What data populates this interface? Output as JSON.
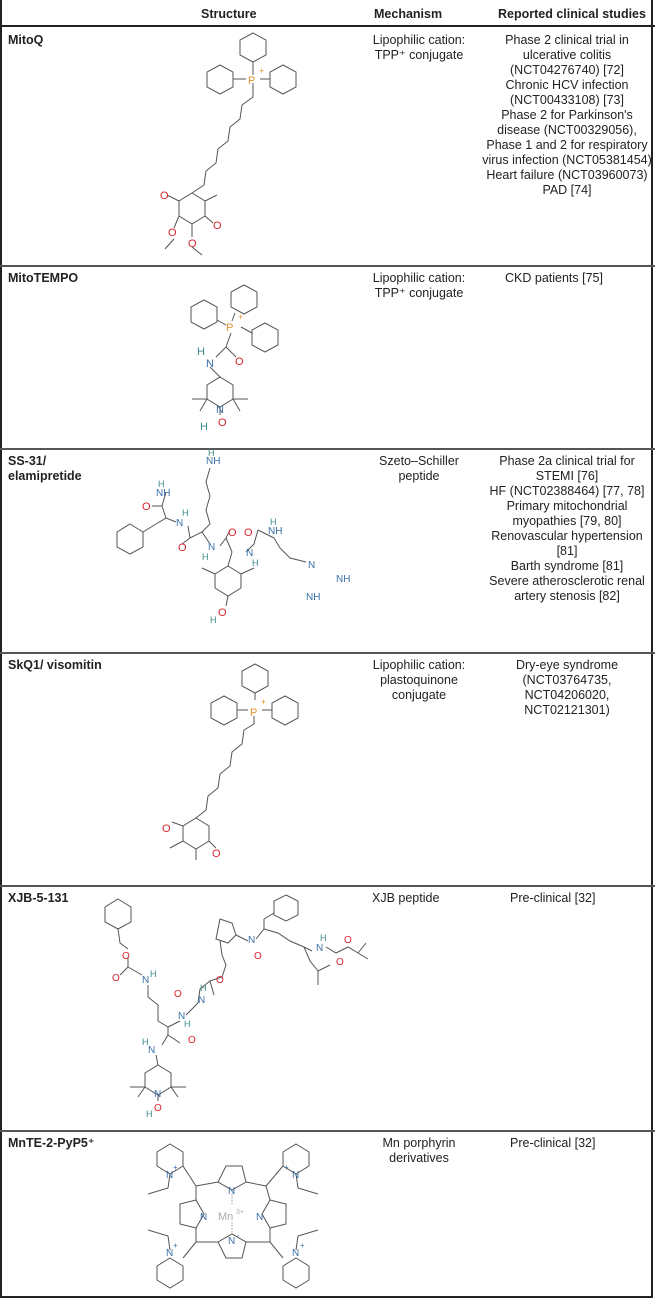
{
  "header": {
    "col_name": "",
    "col_structure": "Structure",
    "col_mechanism": "Mechanism",
    "col_studies": "Reported clinical studies"
  },
  "rows": [
    {
      "name": "MitoQ",
      "mechanism_line1": "Lipophilic cation:",
      "mechanism_line2": "TPP⁺ conjugate",
      "structure_icon": "mitoq-structure",
      "studies": [
        "Phase 2 clinical trial in ulcerative colitis (NCT04276740) [72]",
        "Chronic HCV infection (NCT00433108) [73]",
        "Phase 2 for Parkinson's disease (NCT00329056), Phase 1 and 2 for respiratory virus infection (NCT05381454)",
        "Heart failure (NCT03960073)",
        "PAD [74]"
      ]
    },
    {
      "name": "MitoTEMPO",
      "mechanism_line1": "Lipophilic cation:",
      "mechanism_line2": "TPP⁺ conjugate",
      "structure_icon": "mitotempo-structure",
      "studies": [
        "CKD patients [75]"
      ]
    },
    {
      "name_line1": "SS-31/",
      "name_line2": "elamipretide",
      "mechanism_line1": "Szeto–Schiller",
      "mechanism_line2": "peptide",
      "structure_icon": "ss31-structure",
      "studies": [
        "Phase 2a clinical trial for STEMI [76]",
        "HF (NCT02388464) [77, 78]",
        "Primary mitochondrial myopathies [79, 80]",
        "Renovascular hypertension [81]",
        "Barth syndrome [81]",
        "Severe atherosclerotic renal artery stenosis [82]"
      ]
    },
    {
      "name": "SkQ1/ visomitin",
      "mechanism_line1": "Lipophilic cation:",
      "mechanism_line2": "plastoquinone",
      "mechanism_line3": "conjugate",
      "structure_icon": "skq1-structure",
      "studies": [
        "Dry-eye syndrome (NCT03764735, NCT04206020, NCT02121301)"
      ]
    },
    {
      "name": "XJB-5-131",
      "mechanism_line1": "XJB peptide",
      "structure_icon": "xjb-structure",
      "studies": [
        "Pre-clinical [32]"
      ]
    },
    {
      "name": "MnTE-2-PyP5⁺",
      "mechanism_line1": "Mn porphyrin",
      "mechanism_line2": "derivatives",
      "structure_icon": "mnte-structure",
      "studies": [
        "Pre-clinical [32]"
      ]
    }
  ],
  "structure_labels": {
    "P_plus": "P",
    "plus": "+",
    "O": "O",
    "N": "N",
    "NH": "NH",
    "H": "H",
    "NH2": "NH",
    "Mn": "Mn",
    "Mn_charge": "3+",
    "N_minus": "-"
  },
  "colors": {
    "phosphorus": "#e8912d",
    "oxygen": "#d9232e",
    "nitrogen": "#3a6fa8",
    "hydrogen": "#3a8a8a",
    "bond": "#555555",
    "border": "#222222",
    "metal": "#aaaaaa"
  }
}
